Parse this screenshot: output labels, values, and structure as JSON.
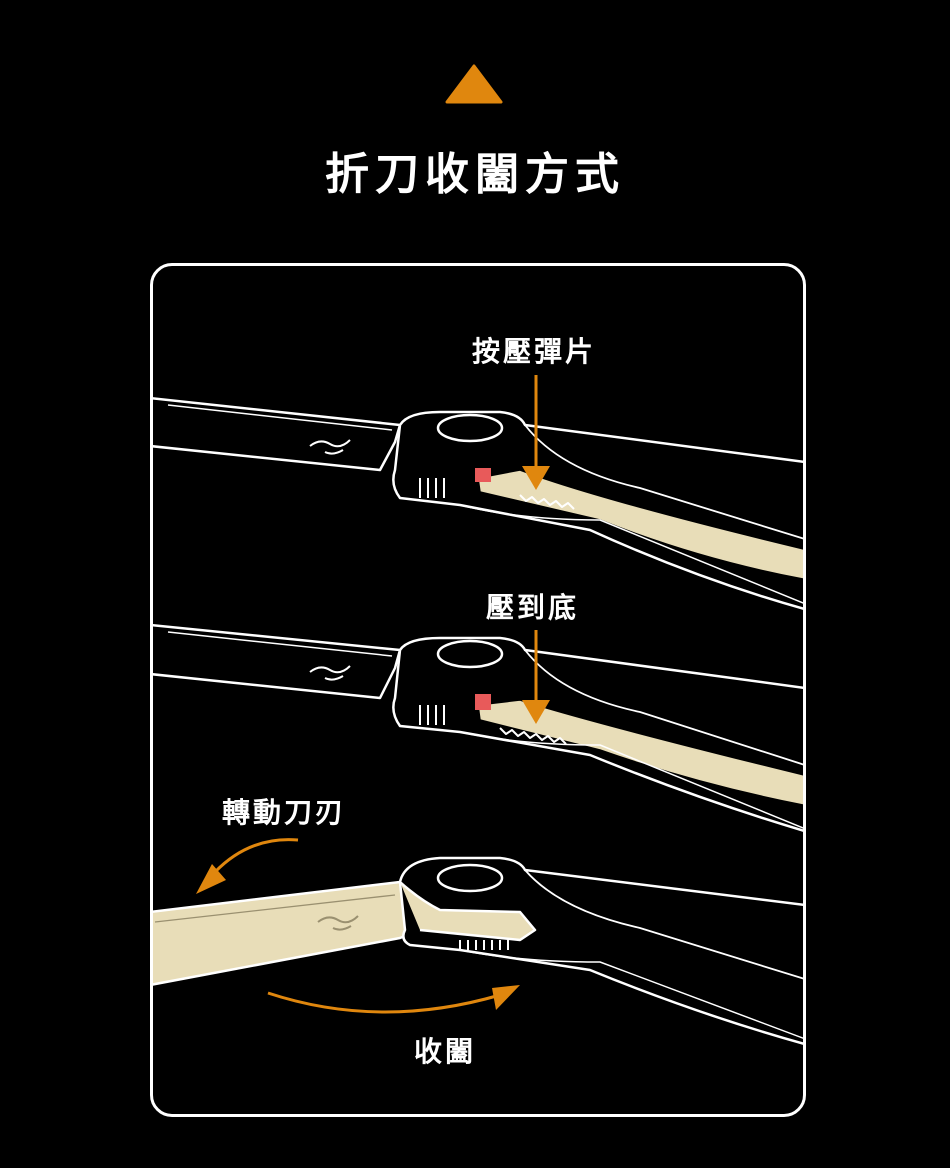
{
  "title": "折刀收闔方式",
  "steps": {
    "press_label": "按壓彈片",
    "bottom_label": "壓到底",
    "rotate_label": "轉動刀刃",
    "close_label": "收闔"
  },
  "colors": {
    "accent": "#E0870E",
    "blade": "#E8DDB8",
    "liner_release": "#E85A5A",
    "outline": "#FFFFFF",
    "background": "#000000"
  }
}
